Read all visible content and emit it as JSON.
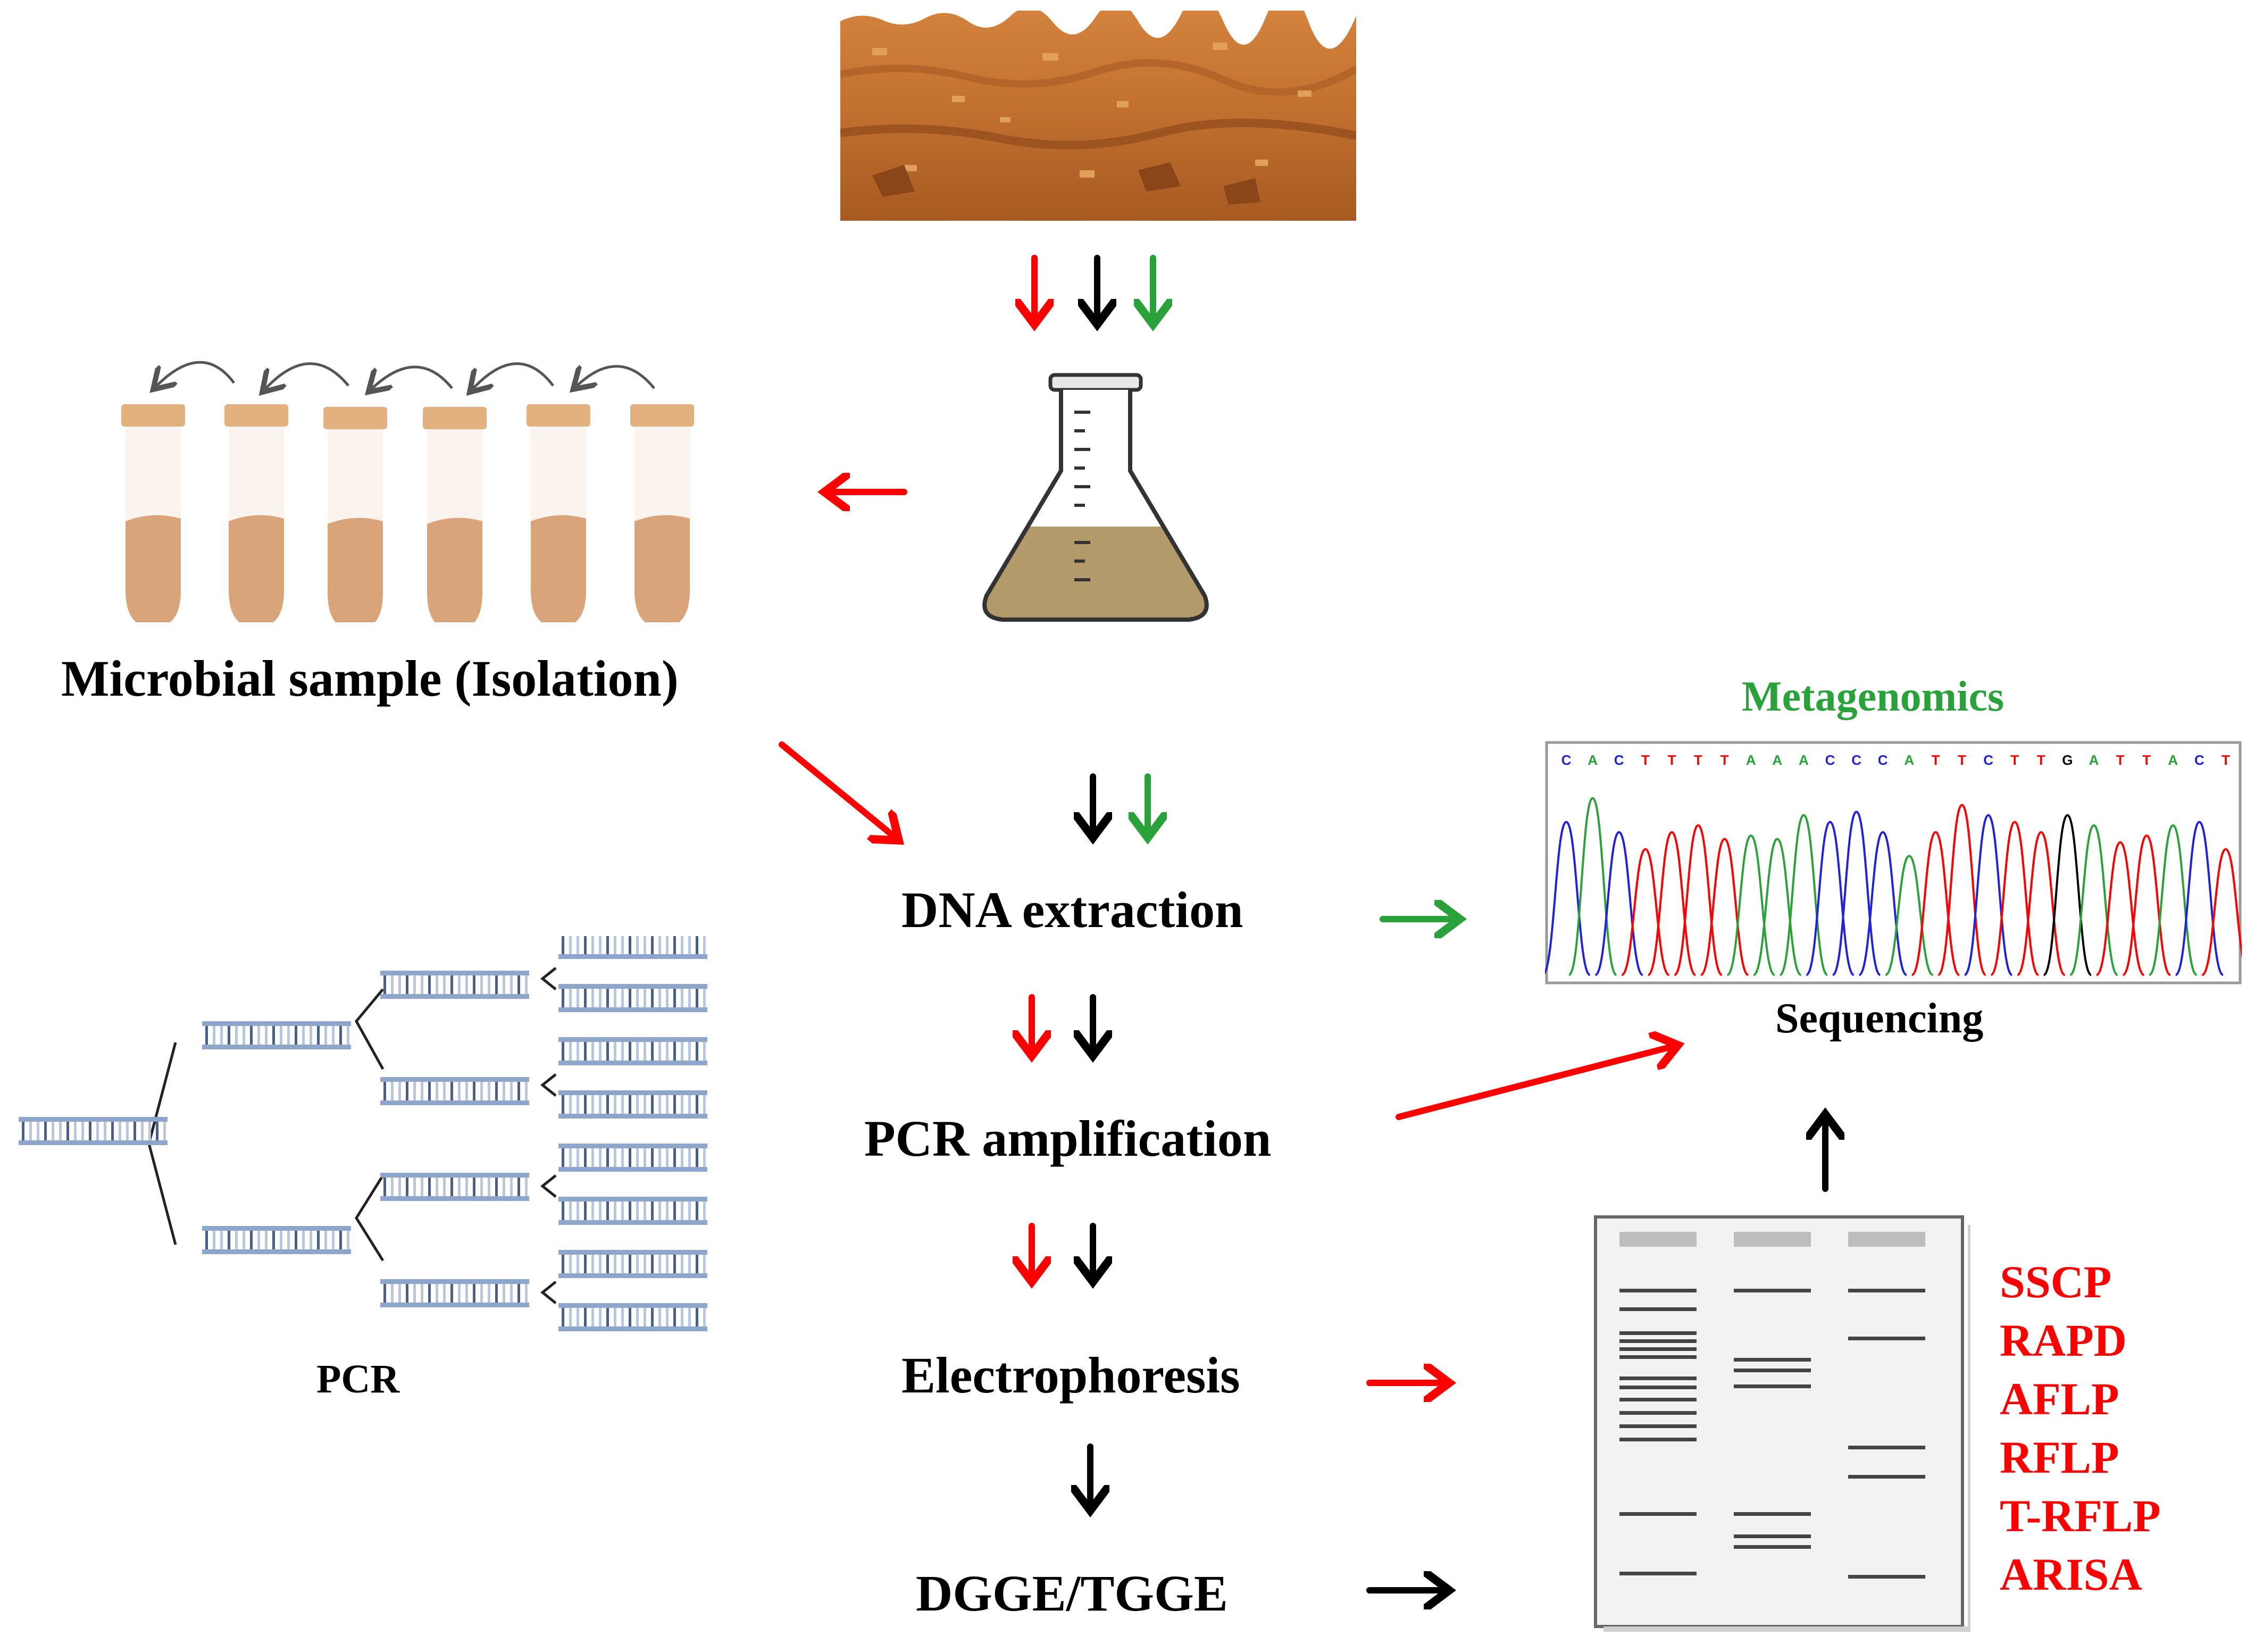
{
  "labels": {
    "microbial_sample": "Microbial sample (Isolation)",
    "metagenomics": "Metagenomics",
    "sequencing": "Sequencing",
    "dna_extraction": "DNA extraction",
    "pcr_amplification": "PCR amplification",
    "electrophoresis": "Electrophoresis",
    "dgge_tgge": "DGGE/TGGE",
    "pcr": "PCR"
  },
  "techniques": [
    "SSCP",
    "RAPD",
    "AFLP",
    "RFLP",
    "T-RFLP",
    "ARISA"
  ],
  "sequence_letters": [
    "C",
    "A",
    "C",
    "T",
    "T",
    "T",
    "T",
    "A",
    "A",
    "A",
    "C",
    "C",
    "C",
    "A",
    "T",
    "T",
    "C",
    "T",
    "T",
    "G",
    "A",
    "T",
    "T",
    "A",
    "C",
    "T"
  ],
  "colors": {
    "red": "#ff0000",
    "black": "#000000",
    "green": "#2aa23a",
    "soil": "#c8783a",
    "tube_fill": "#d9a47a",
    "flask_liquid": "#b39a6a",
    "base_A": "#2aa23a",
    "base_C": "#2020e0",
    "base_G": "#000000",
    "base_T": "#ff0000"
  },
  "icons": [
    "soil-icon",
    "flask-icon",
    "test-tubes-icon",
    "dna-sequencing-chromatogram",
    "gel-electrophoresis-icon",
    "pcr-tree-diagram"
  ]
}
